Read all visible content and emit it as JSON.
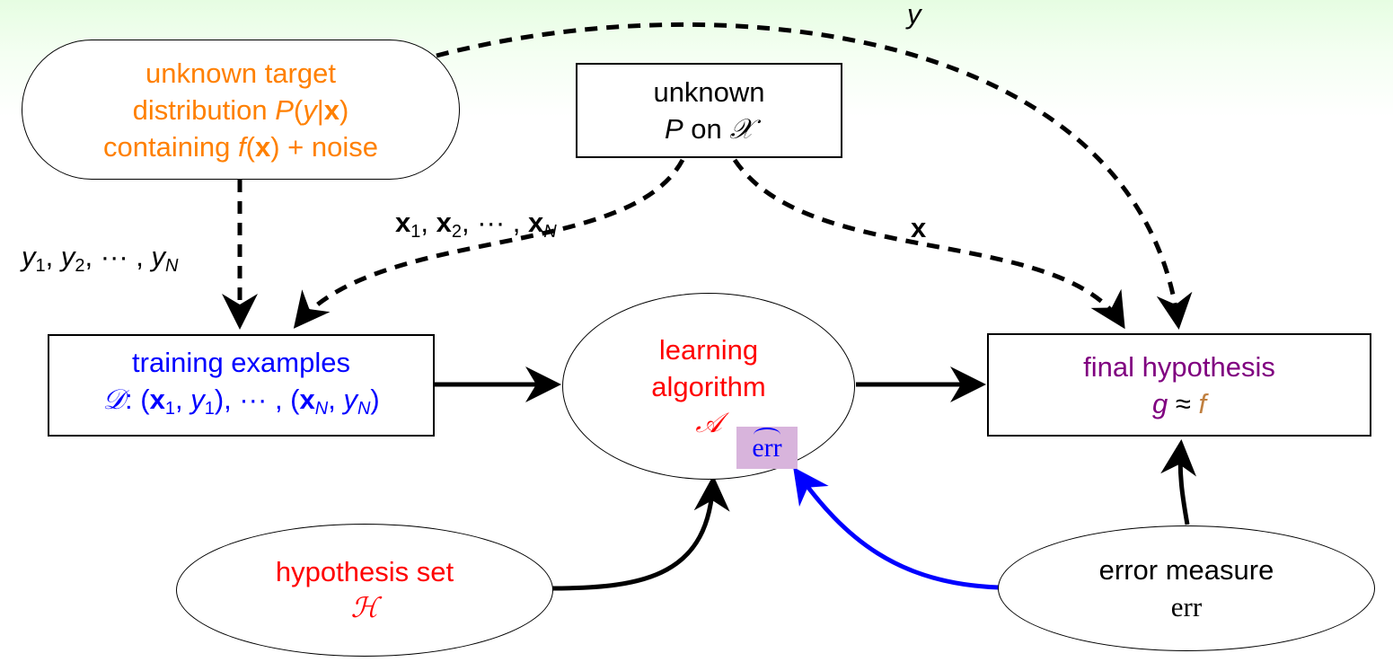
{
  "colors": {
    "target": "#ff8000",
    "training": "#0000ff",
    "algorithm": "#ff0000",
    "hypothesis_set": "#ff0000",
    "final": "#800080",
    "f_symbol": "#c08040",
    "feedback_arrow": "#0000ff",
    "err_hat_bg": "#d8b4dc",
    "background_top": "#e6fde2"
  },
  "nodes": {
    "target": {
      "line1": "unknown target",
      "line2_text": "distribution ",
      "line2_P": "P",
      "line2_open": "(",
      "line2_y": "y",
      "line2_bar": "|",
      "line2_x": "x",
      "line2_close": ")",
      "line3_text": "containing ",
      "line3_f": "f",
      "line3_open": "(",
      "line3_x": "x",
      "line3_rest": ") + noise"
    },
    "input_dist": {
      "line1": "unknown",
      "P": "P",
      "on": " on ",
      "X": "𝒳"
    },
    "training": {
      "line1": "training examples",
      "D": "𝒟",
      "colon": ": (",
      "x1": "x",
      "sub1": "1",
      "sep1": ", ",
      "y1": "y",
      "sub1b": "1",
      "mid": "), ··· , (",
      "xN": "x",
      "subN": "N",
      "sep2": ", ",
      "yN": "y",
      "subNb": "N",
      "end": ")"
    },
    "algorithm": {
      "line1": "learning",
      "line2": "algorithm",
      "A": "𝒜",
      "err_hat": "err"
    },
    "final": {
      "line1": "final hypothesis",
      "g": "g",
      "approx": " ≈ ",
      "f": "f"
    },
    "hypothesis_set": {
      "line1": "hypothesis set",
      "H": "ℋ"
    },
    "error_measure": {
      "line1": "error measure",
      "line2": "err"
    }
  },
  "edge_labels": {
    "y_top": "y",
    "y_list": {
      "y": "y",
      "s1": "1",
      "y2": "y",
      "s2": "2",
      "dots": ", ··· , ",
      "yN": "y",
      "sN": "N",
      "comma": ", "
    },
    "x_list": {
      "x": "x",
      "s1": "1",
      "s2": "2",
      "sN": "N",
      "comma": ", ",
      "dots": ", ··· , "
    },
    "x_single": "x"
  }
}
